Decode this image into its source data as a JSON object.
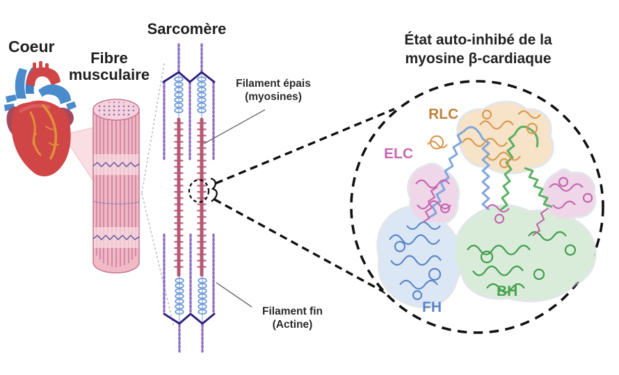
{
  "figure": {
    "stage_labels": {
      "heart": "Coeur",
      "fiber": {
        "line1": "Fibre",
        "line2": "musculaire"
      },
      "sarcomere": "Sarcomère"
    },
    "annotations": {
      "thick_filament": {
        "line1": "Filament épais",
        "line2": "(myosines)"
      },
      "thin_filament": {
        "line1": "Filament fin",
        "line2": "(Actine)"
      }
    },
    "inset": {
      "title": {
        "line1": "État auto-inhibé de la",
        "line2": "myosine β-cardiaque"
      },
      "labels": {
        "rlc": "RLC",
        "elc": "ELC",
        "fh": "FH",
        "bh": "BH"
      }
    },
    "colors": {
      "thin_filament_purple": "#9070c5",
      "z_disc_indigo": "#2f1f7e",
      "titin_blue": "#6f9ad8",
      "thick_filament_rose": "#b65873",
      "fiber_pink": "#f2bac7",
      "heart_red": "#d04545",
      "vessel_blue": "#4a8bcc",
      "coronary_orange": "#e09038",
      "rlc_orange": "#c0803a",
      "elc_pink": "#c468b2",
      "fh_blue": "#5b84c6",
      "bh_green": "#47a24f",
      "dashed_black": "#111111"
    }
  }
}
